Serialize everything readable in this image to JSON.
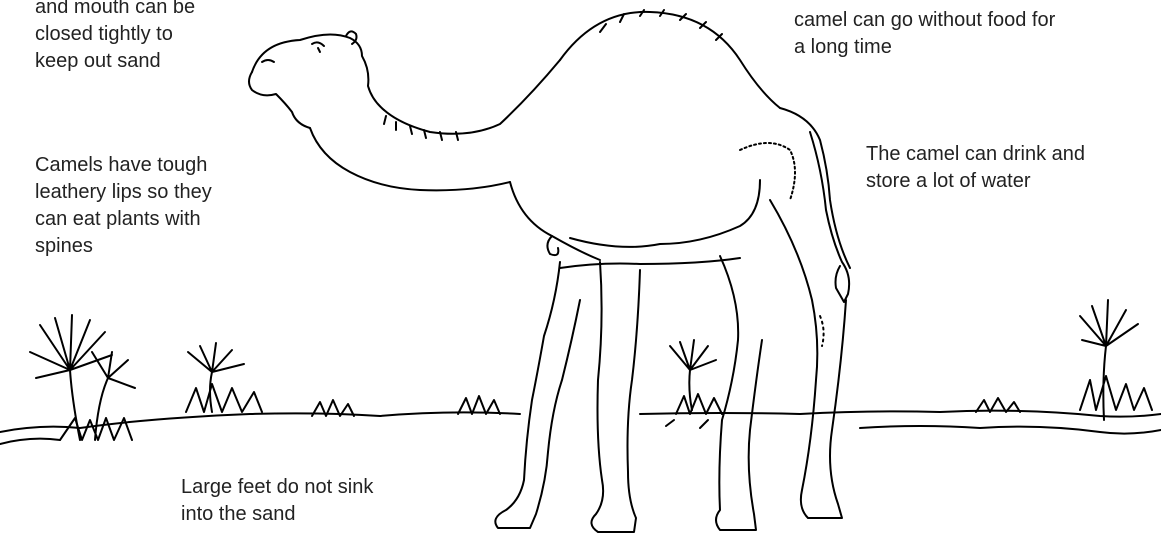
{
  "annotations": {
    "nostrils_mouth": {
      "lines": [
        "and mouth can be",
        "closed tightly to",
        "keep out sand"
      ]
    },
    "hump": {
      "lines": [
        "camel can go without food for",
        "a long time"
      ]
    },
    "water": {
      "lines": [
        "The camel can drink and",
        "store a lot of water"
      ]
    },
    "lips": {
      "lines": [
        "Camels have tough",
        "leathery lips so they",
        "can eat plants with",
        "spines"
      ]
    },
    "feet": {
      "lines": [
        "Large feet do not sink",
        "into the sand"
      ]
    }
  },
  "colors": {
    "ink": "#000000",
    "text": "#222222",
    "background": "#ffffff"
  }
}
